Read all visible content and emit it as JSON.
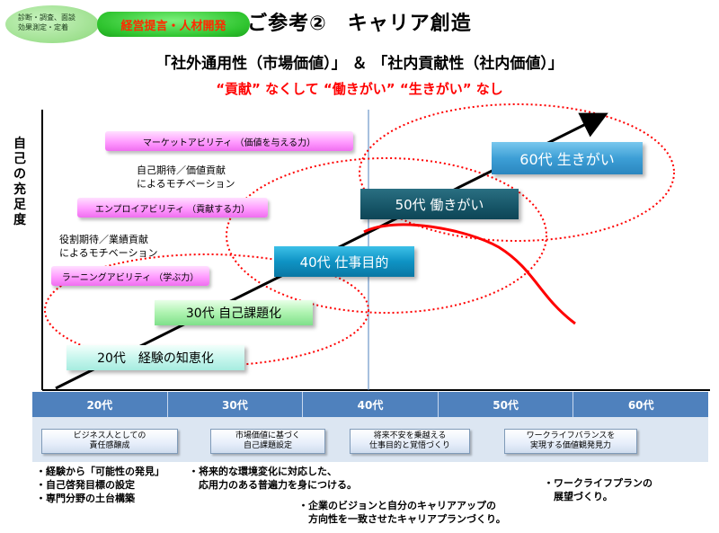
{
  "header": {
    "cloud_lines": [
      "診断・調査、面談",
      "効果測定・定着"
    ],
    "badge": "経営提言・人材開発",
    "title": "ご参考②　キャリア創造",
    "subtitle": "「社外通用性（市場価値）」 ＆ 「社内貢献性（社内価値）」",
    "tagline": "“貢献” なくして “働きがい” “生きがい” なし"
  },
  "y_axis_label": [
    "自",
    "己",
    "の",
    "充",
    "足",
    "度"
  ],
  "abilities": [
    {
      "label": "マーケットアビリティ （価値を与える力）"
    },
    {
      "label": "エンプロイアビリティ （貢献する力）"
    },
    {
      "label": "ラーニングアビリティ （学ぶ力）"
    }
  ],
  "notes": [
    {
      "lines": [
        "自己期待／価値貢献",
        "によるモチベーション"
      ]
    },
    {
      "lines": [
        "役割期待／業績貢献",
        "によるモチベーション"
      ]
    }
  ],
  "stages": [
    {
      "label": "20代　経験の知恵化",
      "color": "#c8f6ee"
    },
    {
      "label": "30代 自己課題化",
      "color": "#aef3b0"
    },
    {
      "label": "40代 仕事目的",
      "color": "#0f93c4"
    },
    {
      "label": "50代 働きがい",
      "color": "#165567"
    },
    {
      "label": "60代 生きがい",
      "color": "#3d9fd6"
    }
  ],
  "colors": {
    "accent_red": "#ff0000",
    "axis_blue": "#4f81bd",
    "arrow": "#000000"
  },
  "timeline": {
    "ages": [
      "20代",
      "30代",
      "40代",
      "50代",
      "60代"
    ],
    "phases": [
      {
        "lines": [
          "ビジネス人としての",
          "責任感醸成"
        ]
      },
      {
        "lines": [
          "市場価値に基づく",
          "自己課題設定"
        ]
      },
      {
        "lines": [
          "将来不安を乗越える",
          "仕事目的と覚悟づくり"
        ]
      },
      {
        "lines": [
          "ワークライフバランスを",
          "実現する価値観発見力"
        ]
      }
    ]
  },
  "bottom_notes": [
    {
      "lines": [
        "・経験から「可能性の発見」",
        "・自己啓発目標の設定",
        "・専門分野の土台構築"
      ]
    },
    {
      "lines": [
        "・将来的な環境変化に対応した、",
        "　応用力のある普遍力を身につける。"
      ]
    },
    {
      "lines": [
        "・ワークライフプランの",
        "　展望づくり。"
      ]
    },
    {
      "lines": [
        "・企業のビジョンと自分のキャリアアップの",
        "　方向性を一致させたキャリアプランづくり。"
      ]
    }
  ]
}
